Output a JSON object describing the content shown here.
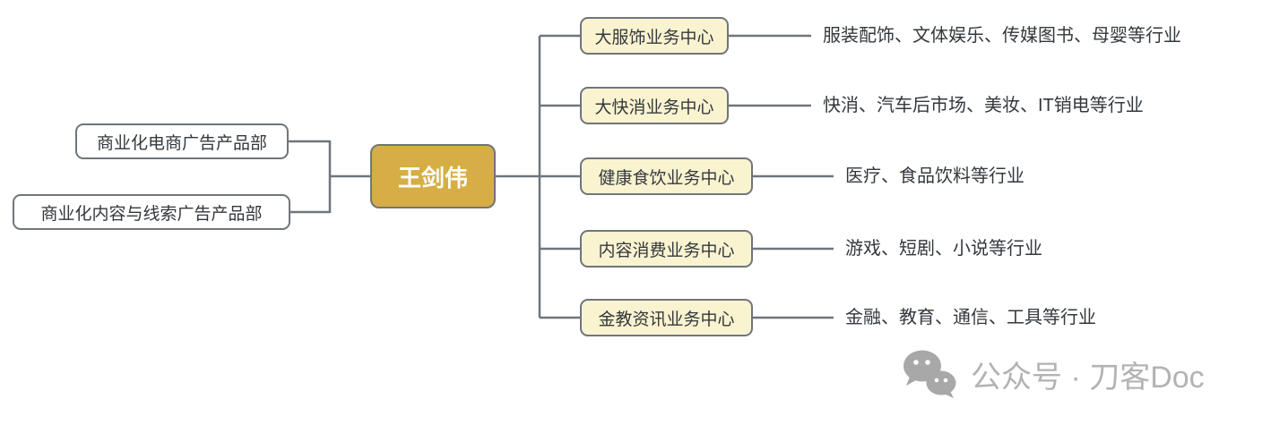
{
  "colors": {
    "root-fill": "#d6ae45",
    "root-text": "#ffffff",
    "node-fill": "#faf3d0",
    "node-border": "#6f757c",
    "line": "#6f757c",
    "text-dark": "#33383d",
    "watermark": "#b3b3b3"
  },
  "left_nodes": [
    {
      "label": "商业化电商广告产品部"
    },
    {
      "label": "商业化内容与线索广告产品部"
    }
  ],
  "root": {
    "label": "王剑伟"
  },
  "branches": [
    {
      "label": "大服饰业务中心",
      "industries": "服装配饰、文体娱乐、传媒图书、母婴等行业"
    },
    {
      "label": "大快消业务中心",
      "industries": "快消、汽车后市场、美妆、IT销电等行业"
    },
    {
      "label": "健康食饮业务中心",
      "industries": "医疗、食品饮料等行业"
    },
    {
      "label": "内容消费业务中心",
      "industries": "游戏、短剧、小说等行业"
    },
    {
      "label": "金教资讯业务中心",
      "industries": "金融、教育、通信、工具等行业"
    }
  ],
  "watermark": {
    "label": "公众号 · 刀客Doc"
  }
}
